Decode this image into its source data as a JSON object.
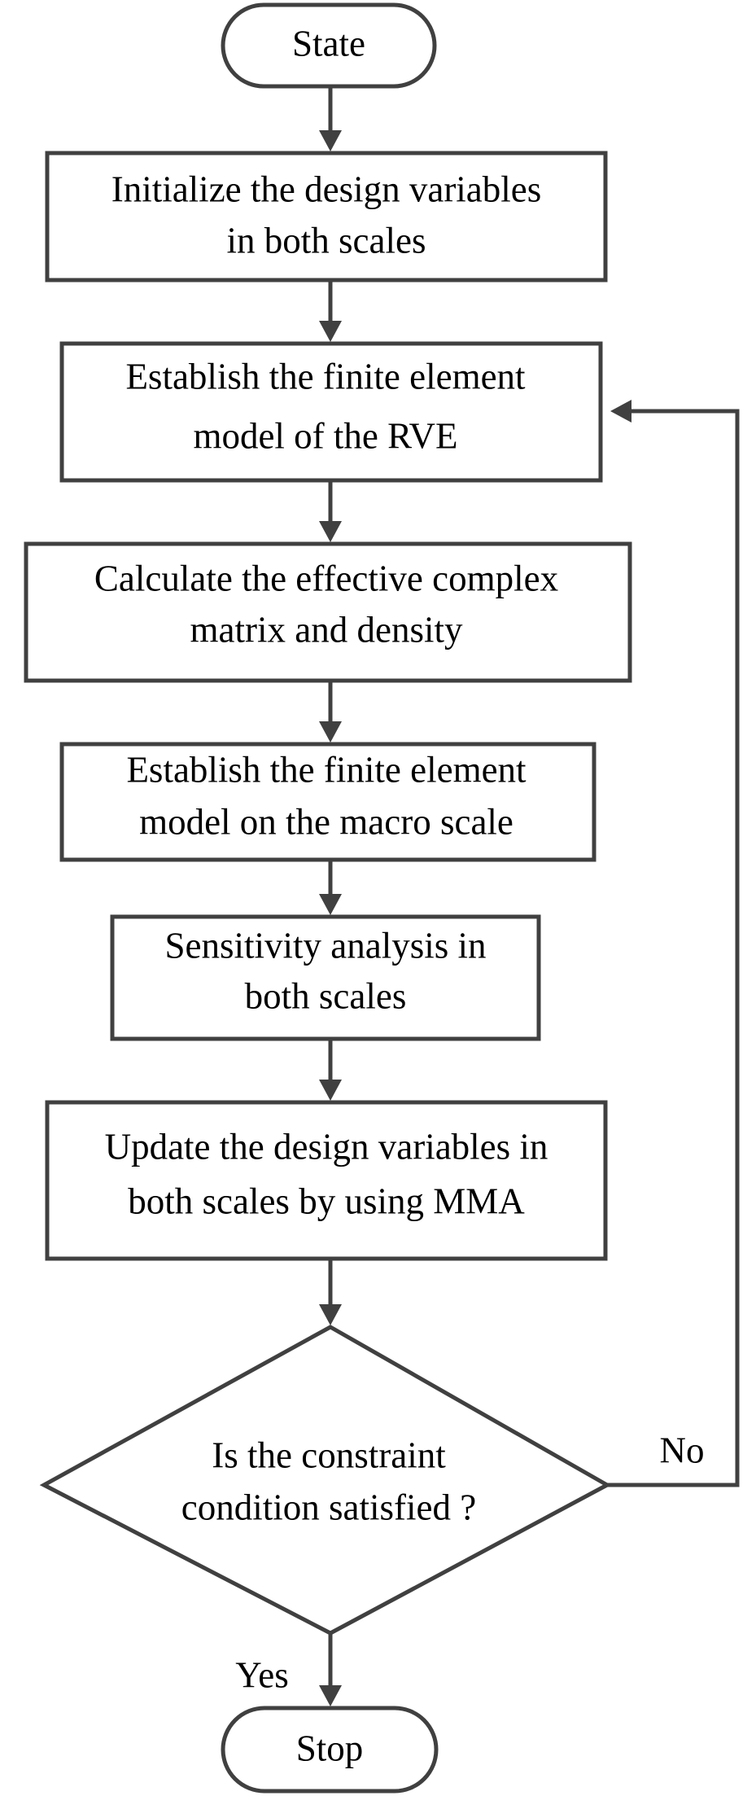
{
  "flowchart": {
    "start": "State",
    "steps": [
      [
        "Initialize the design variables",
        "in both scales"
      ],
      [
        "Establish the finite element",
        "model of the RVE"
      ],
      [
        "Calculate the effective complex",
        "matrix and density"
      ],
      [
        "Establish the finite element",
        "model on the macro scale"
      ],
      [
        "Sensitivity analysis in",
        "both scales"
      ],
      [
        "Update the design variables in",
        "both scales by using MMA"
      ]
    ],
    "decision": [
      "Is the constraint",
      "condition satisfied ?"
    ],
    "no_label": "No",
    "yes_label": "Yes",
    "end": "Stop"
  }
}
